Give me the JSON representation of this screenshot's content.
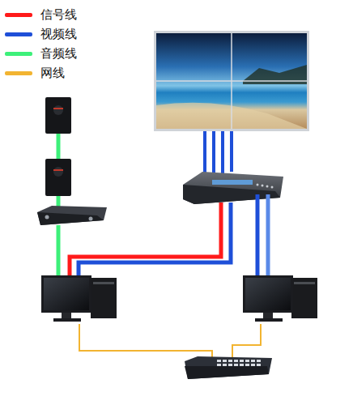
{
  "diagram": {
    "legend": [
      {
        "text": "信号线",
        "color": "#ff1a1a"
      },
      {
        "text": "视频线",
        "color": "#1e4fd8"
      },
      {
        "text": "音频线",
        "color": "#3df07a"
      },
      {
        "text": "网线",
        "color": "#f2b431"
      }
    ]
  }
}
